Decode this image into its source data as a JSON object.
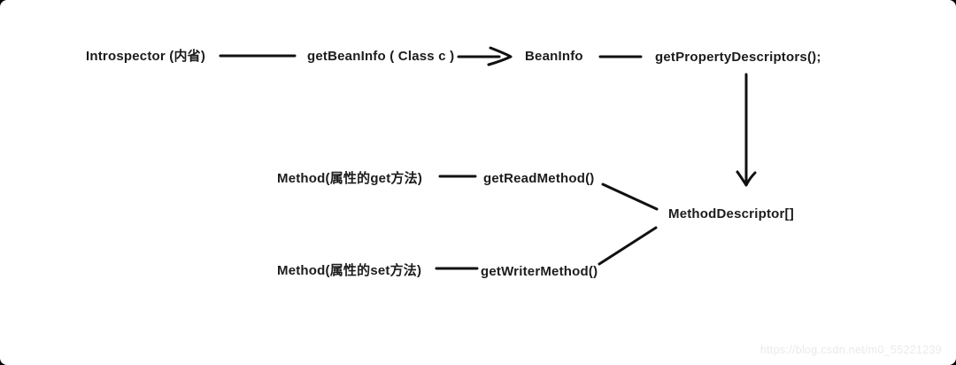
{
  "page": {
    "watermark": "https://blog.csdn.net/m0_55221239"
  },
  "diagram": {
    "nodes": {
      "introspector": "Introspector (内省)",
      "get_bean_info": "getBeanInfo ( Class c )",
      "bean_info": "BeanInfo",
      "get_property_descriptors": "getPropertyDescriptors();",
      "method_get": "Method(属性的get方法)",
      "get_read_method": "getReadMethod()",
      "method_descriptor": "MethodDescriptor[]",
      "method_set": "Method(属性的set方法)",
      "get_writer_method": "getWriterMethod()"
    },
    "edges": [
      {
        "from": "introspector",
        "to": "get_bean_info",
        "style": "line"
      },
      {
        "from": "get_bean_info",
        "to": "bean_info",
        "style": "arrow"
      },
      {
        "from": "bean_info",
        "to": "get_property_descriptors",
        "style": "line"
      },
      {
        "from": "get_property_descriptors",
        "to": "method_descriptor",
        "style": "arrow-down"
      },
      {
        "from": "method_get",
        "to": "get_read_method",
        "style": "line"
      },
      {
        "from": "get_read_method",
        "to": "method_descriptor",
        "style": "line"
      },
      {
        "from": "method_set",
        "to": "get_writer_method",
        "style": "line"
      },
      {
        "from": "get_writer_method",
        "to": "method_descriptor",
        "style": "line"
      }
    ],
    "colors": {
      "text": "#1c1c1c",
      "line": "#111111",
      "background": "#ffffff",
      "watermark": "#eaeaea"
    }
  }
}
